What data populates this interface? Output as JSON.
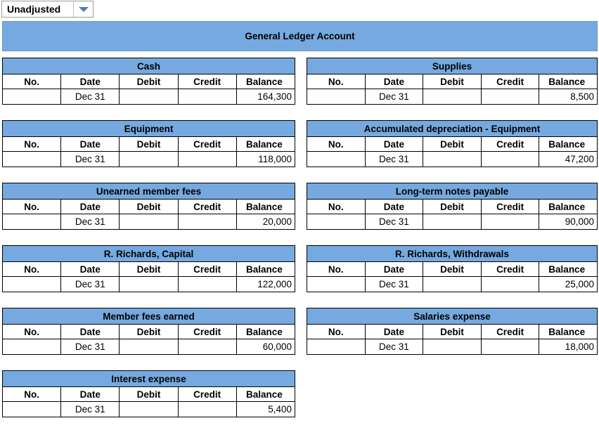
{
  "filter_dropdown": {
    "value": "Unadjusted"
  },
  "header": {
    "title": "General Ledger Account"
  },
  "table": {
    "columns": [
      "No.",
      "Date",
      "Debit",
      "Credit",
      "Balance"
    ]
  },
  "ledgers": [
    {
      "title": "Cash",
      "rows": [
        {
          "no": "",
          "date": "Dec 31",
          "debit": "",
          "credit": "",
          "balance": "164,300"
        }
      ]
    },
    {
      "title": "Supplies",
      "rows": [
        {
          "no": "",
          "date": "Dec 31",
          "debit": "",
          "credit": "",
          "balance": "8,500"
        }
      ]
    },
    {
      "title": "Equipment",
      "rows": [
        {
          "no": "",
          "date": "Dec 31",
          "debit": "",
          "credit": "",
          "balance": "118,000"
        }
      ]
    },
    {
      "title": "Accumulated depreciation - Equipment",
      "rows": [
        {
          "no": "",
          "date": "Dec 31",
          "debit": "",
          "credit": "",
          "balance": "47,200"
        }
      ]
    },
    {
      "title": "Unearned member fees",
      "rows": [
        {
          "no": "",
          "date": "Dec 31",
          "debit": "",
          "credit": "",
          "balance": "20,000"
        }
      ]
    },
    {
      "title": "Long-term notes payable",
      "rows": [
        {
          "no": "",
          "date": "Dec 31",
          "debit": "",
          "credit": "",
          "balance": "90,000"
        }
      ]
    },
    {
      "title": "R. Richards, Capital",
      "rows": [
        {
          "no": "",
          "date": "Dec 31",
          "debit": "",
          "credit": "",
          "balance": "122,000"
        }
      ]
    },
    {
      "title": "R. Richards, Withdrawals",
      "rows": [
        {
          "no": "",
          "date": "Dec 31",
          "debit": "",
          "credit": "",
          "balance": "25,000"
        }
      ]
    },
    {
      "title": "Member fees earned",
      "rows": [
        {
          "no": "",
          "date": "Dec 31",
          "debit": "",
          "credit": "",
          "balance": "60,000"
        }
      ]
    },
    {
      "title": "Salaries expense",
      "rows": [
        {
          "no": "",
          "date": "Dec 31",
          "debit": "",
          "credit": "",
          "balance": "18,000"
        }
      ]
    },
    {
      "title": "Interest expense",
      "rows": [
        {
          "no": "",
          "date": "Dec 31",
          "debit": "",
          "credit": "",
          "balance": "5,400"
        }
      ]
    }
  ],
  "colors": {
    "header_blue": "#76a9df",
    "dropdown_arrow_blue": "#4a7cc2",
    "table_border": "#000000"
  }
}
